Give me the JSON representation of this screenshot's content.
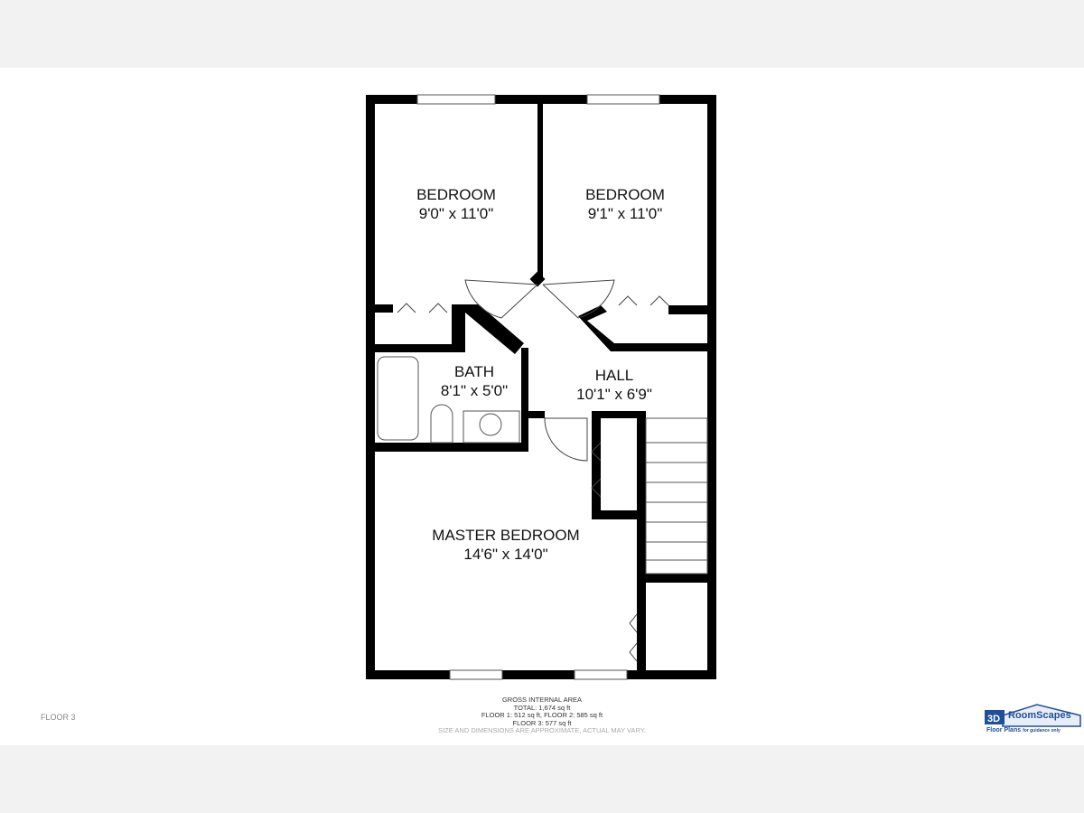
{
  "rooms": [
    {
      "name": "BEDROOM",
      "size": "9'0\" x 11'0\""
    },
    {
      "name": "BEDROOM",
      "size": "9'1\" x 11'0\""
    },
    {
      "name": "BATH",
      "size": "8'1\" x 5'0\""
    },
    {
      "name": "HALL",
      "size": "10'1\" x 6'9\""
    },
    {
      "name": "MASTER BEDROOM",
      "size": "14'6\" x 14'0\""
    }
  ],
  "floor_label": "FLOOR 3",
  "area": {
    "title": "GROSS INTERNAL AREA",
    "total": "TOTAL: 1,674 sq ft",
    "floors12": "FLOOR 1: 512 sq ft, FLOOR 2: 585 sq ft",
    "floor3": "FLOOR 3: 577 sq ft",
    "note": "SIZE AND DIMENSIONS ARE APPROXIMATE, ACTUAL MAY VARY."
  },
  "logo": {
    "name": "RoomScapes",
    "tagline": "Floor Plans",
    "tagline_note": "for guidance only"
  }
}
